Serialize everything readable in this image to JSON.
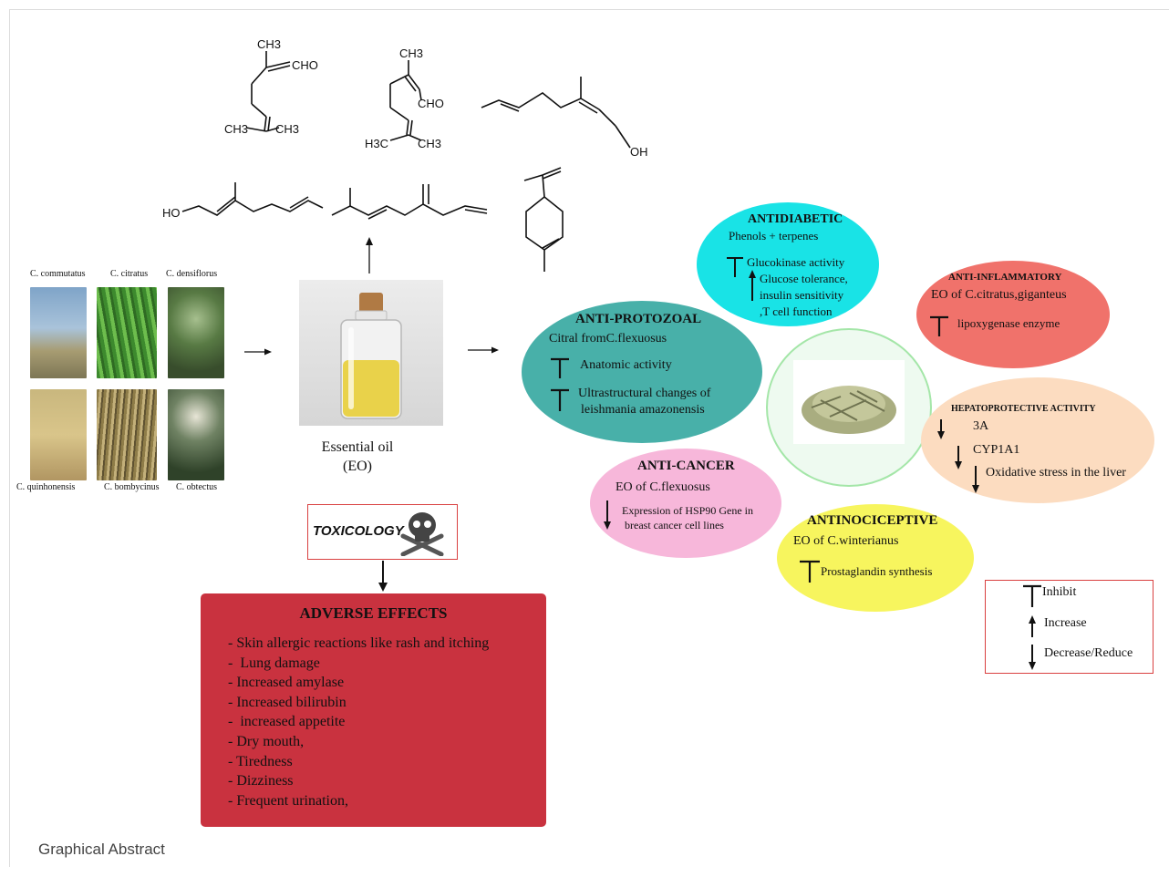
{
  "molecules": {
    "geranial": {
      "ch3_top": "CH3",
      "cho": "CHO",
      "ch3_left": "CH3",
      "ch3_right": "CH3"
    },
    "neral": {
      "ch3_top": "CH3",
      "cho": "CHO",
      "h3c": "H3C",
      "ch3_right": "CH3"
    },
    "nerol": {
      "oh": "OH"
    },
    "geraniol": {
      "ho": "HO"
    }
  },
  "species": [
    {
      "label": "C. commutatus",
      "color": "#8fa9b5"
    },
    {
      "label": "C. citratus",
      "color": "#4f9a3c"
    },
    {
      "label": "C. densiflorus",
      "color": "#6f8c55"
    },
    {
      "label": "C. quinhonensis",
      "color": "#c0a66c"
    },
    {
      "label": "C. bombycinus",
      "color": "#9c8a57"
    },
    {
      "label": "C. obtectus",
      "color": "#3f5a3a"
    }
  ],
  "essential_oil": {
    "line1": "Essential oil",
    "line2": "(EO)"
  },
  "toxicology": {
    "label": "TOXICOLOGY",
    "icon": "skull-crossbones-icon"
  },
  "adverse_effects": {
    "title": "ADVERSE EFFECTS",
    "items": [
      "- Skin allergic reactions like rash and itching",
      "-  Lung damage",
      "- Increased amylase",
      "- Increased bilirubin",
      "-  increased appetite",
      "- Dry mouth,",
      "- Tiredness",
      "- Dizziness",
      "- Frequent urination,"
    ],
    "color": "#c9323f"
  },
  "activities": {
    "antidiabetic": {
      "title": "ANTIDIABETIC",
      "subtitle": "Phenols + terpenes",
      "inhibit": "Glucokinase activity",
      "increase_1": "Glucose tolerance,",
      "increase_2": "insulin sensitivity",
      "increase_3": ",T cell function",
      "color": "#19e3e6"
    },
    "anti_protozoal": {
      "title": "ANTI-PROTOZOAL",
      "subtitle": "Citral fromC.flexuosus",
      "inhibit_1": "Anatomic activity",
      "inhibit_2a": "Ultrastructural changes of",
      "inhibit_2b": "leishmania amazonensis",
      "color": "#48b0a9"
    },
    "anti_inflammatory": {
      "title": "ANTI-INFLAMMATORY",
      "subtitle": "EO of C.citratus,giganteus",
      "inhibit": "lipoxygenase enzyme",
      "color": "#f0726b"
    },
    "hepatoprotective": {
      "title": "HEPATOPROTECTIVE ACTIVITY",
      "decrease_1": "3A",
      "decrease_2": "CYP1A1",
      "decrease_3": "Oxidative stress in the liver",
      "color": "#fcdcc0"
    },
    "anti_cancer": {
      "title": "ANTI-CANCER",
      "subtitle": "EO of C.flexuosus",
      "decrease_a": "Expression of HSP90 Gene in",
      "decrease_b": "breast cancer cell lines",
      "color": "#f7b7da"
    },
    "antinociceptive": {
      "title": "ANTINOCICEPTIVE",
      "subtitle": "EO of C.winterianus",
      "inhibit": "Prostaglandin synthesis",
      "color": "#f7f55e"
    }
  },
  "legend": {
    "inhibit": "Inhibit",
    "increase": "Increase",
    "decrease": "Decrease/Reduce"
  },
  "caption": "Graphical Abstract"
}
